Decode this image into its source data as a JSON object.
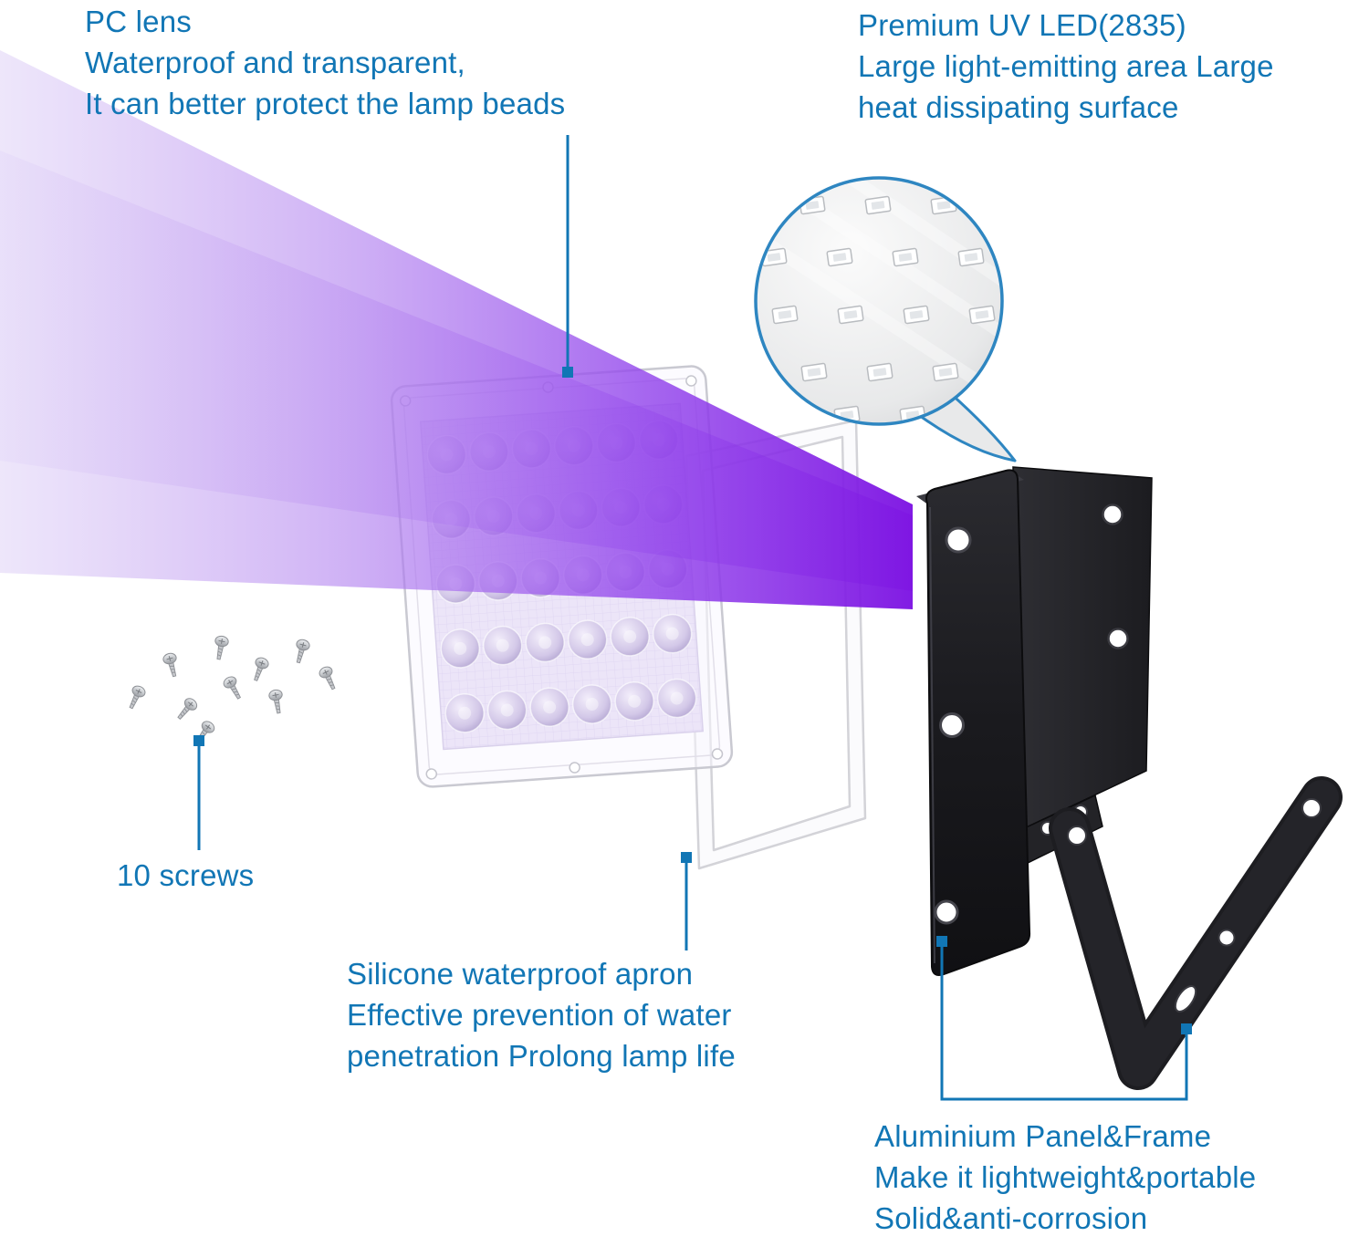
{
  "colors": {
    "annotation_blue": "#1176b5",
    "callout_outline": "#2e86c1",
    "beam_light": "#dccdf6",
    "beam_dark": "#7b10e2",
    "housing_black": "#1a1a1e"
  },
  "annotations": {
    "pc_lens": {
      "lines": [
        "PC lens",
        "Waterproof and transparent,",
        "It can better protect the lamp beads"
      ]
    },
    "uv_led": {
      "lines": [
        "Premium UV LED(2835)",
        "Large light-emitting area Large",
        "heat dissipating surface"
      ]
    },
    "screws": {
      "lines": [
        "10 screws"
      ]
    },
    "apron": {
      "lines": [
        "Silicone waterproof apron",
        "Effective prevention of water",
        "penetration Prolong lamp life"
      ]
    },
    "panel_frame": {
      "lines": [
        "Aluminium Panel&Frame",
        "Make it lightweight&portable",
        "Solid&anti-corrosion"
      ]
    }
  }
}
